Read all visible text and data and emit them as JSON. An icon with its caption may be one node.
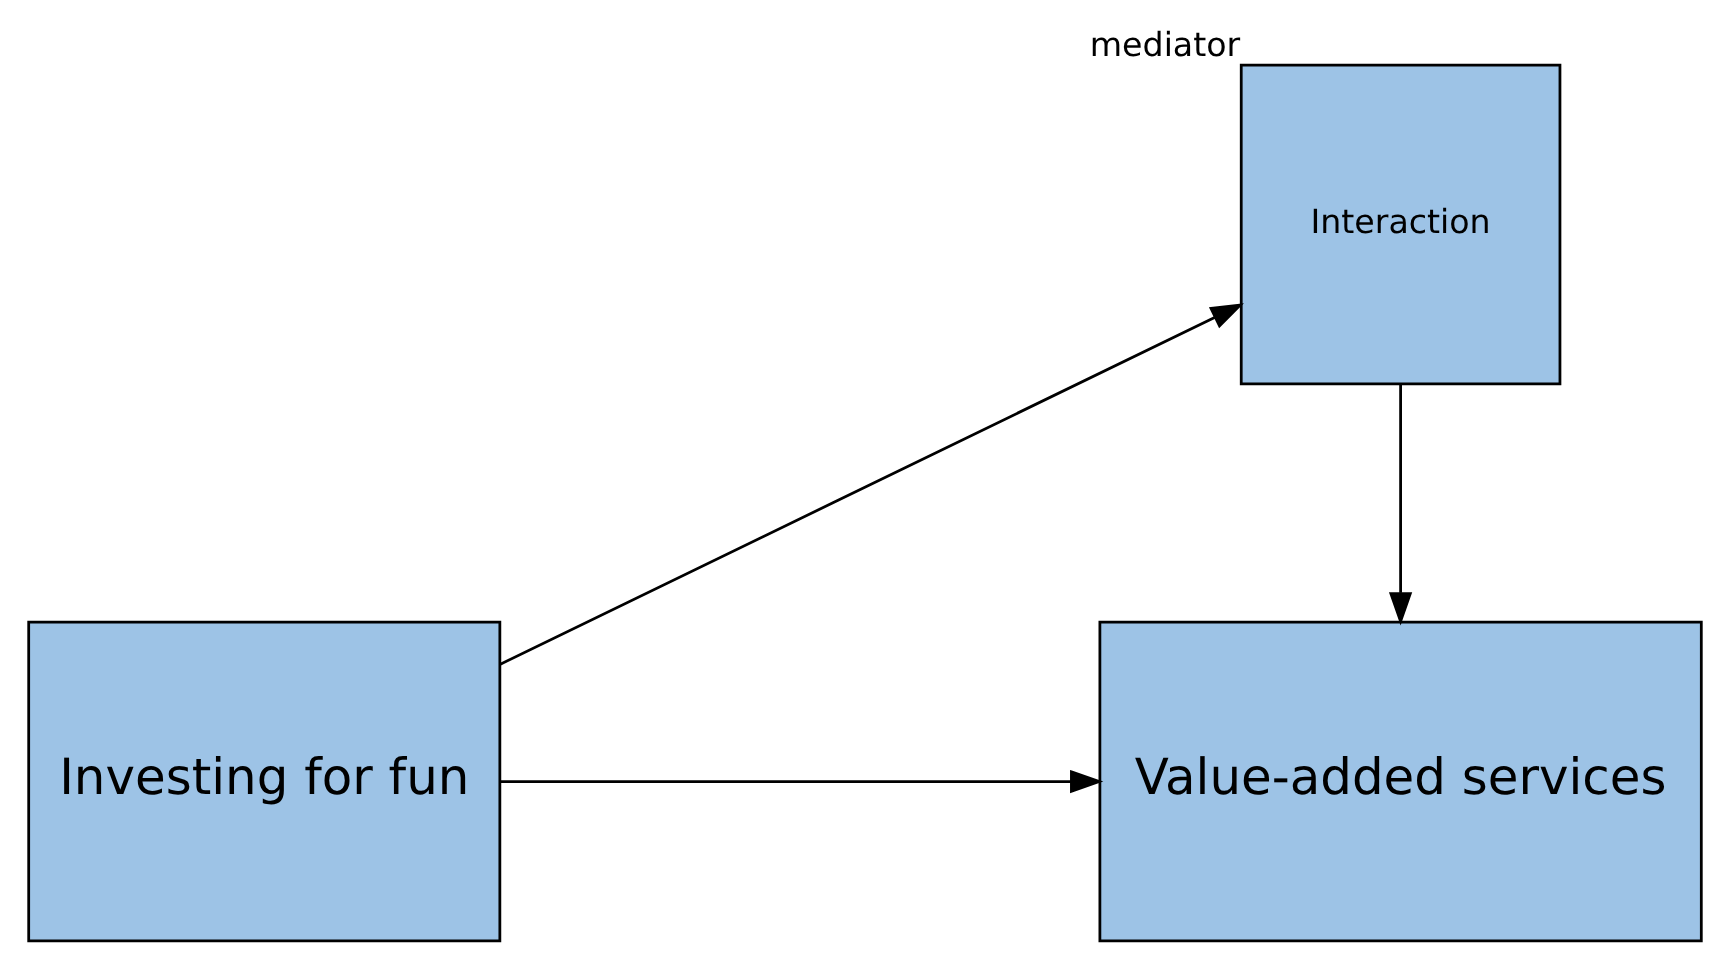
{
  "diagram": {
    "nodes": [
      {
        "text": [
          "Interaction"
        ],
        "beside": [
          "mediator"
        ]
      },
      {
        "text": [
          "Investing for fun"
        ]
      },
      {
        "text": [
          "Value-added services"
        ]
      }
    ],
    "edges": [
      {
        "from": 1,
        "to": 0,
        "arrow": "to"
      },
      {
        "from": 0,
        "to": 2,
        "arrow": "to"
      },
      {
        "from": 1,
        "to": 2,
        "arrow": "to"
      }
    ]
  }
}
